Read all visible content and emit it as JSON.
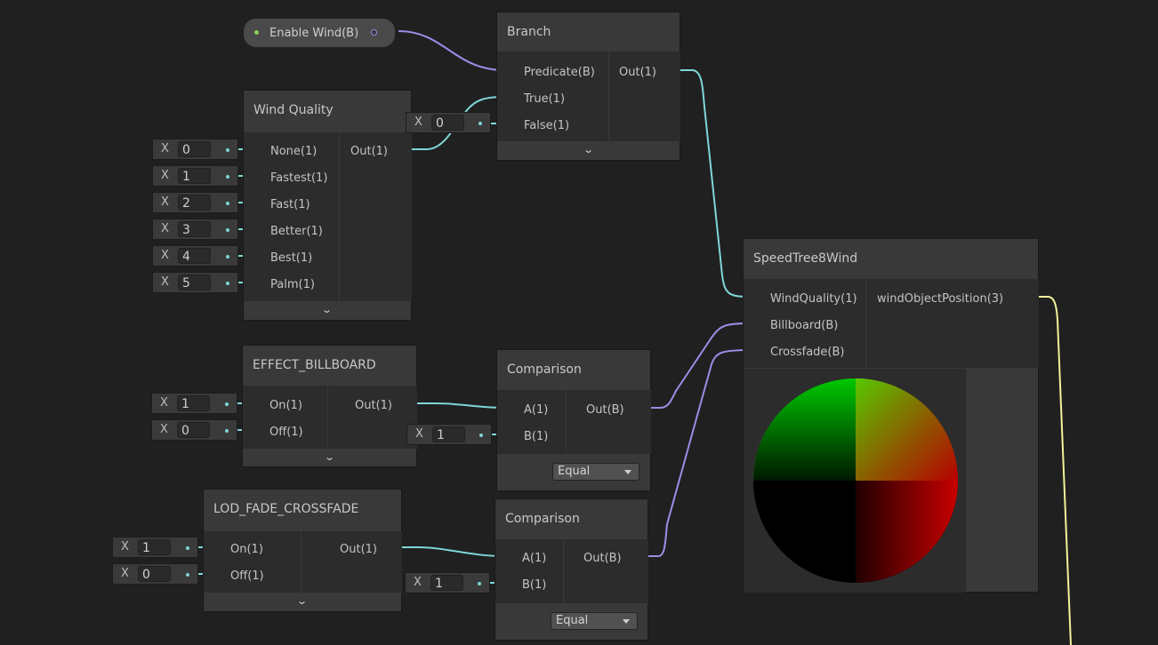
{
  "enable_wind": {
    "label": "Enable Wind(B)"
  },
  "branch": {
    "title": "Branch",
    "inputs": [
      "Predicate(B)",
      "True(1)",
      "False(1)"
    ],
    "output": "Out(1)",
    "false_value": "0"
  },
  "wind_quality": {
    "title": "Wind Quality",
    "inputs": [
      "None(1)",
      "Fastest(1)",
      "Fast(1)",
      "Better(1)",
      "Best(1)",
      "Palm(1)"
    ],
    "values": [
      "0",
      "1",
      "2",
      "3",
      "4",
      "5"
    ],
    "output": "Out(1)"
  },
  "effect_billboard": {
    "title": "EFFECT_BILLBOARD",
    "inputs": [
      "On(1)",
      "Off(1)"
    ],
    "values": [
      "1",
      "0"
    ],
    "output": "Out(1)"
  },
  "lod_fade": {
    "title": "LOD_FADE_CROSSFADE",
    "inputs": [
      "On(1)",
      "Off(1)"
    ],
    "values": [
      "1",
      "0"
    ],
    "output": "Out(1)"
  },
  "comparison_1": {
    "title": "Comparison",
    "inputs": [
      "A(1)",
      "B(1)"
    ],
    "output": "Out(B)",
    "b_value": "1",
    "mode": "Equal"
  },
  "comparison_2": {
    "title": "Comparison",
    "inputs": [
      "A(1)",
      "B(1)"
    ],
    "output": "Out(B)",
    "b_value": "1",
    "mode": "Equal"
  },
  "speedtree": {
    "title": "SpeedTree8Wind",
    "inputs": [
      "WindQuality(1)",
      "Billboard(B)",
      "Crossfade(B)"
    ],
    "output": "windObjectPosition(3)"
  },
  "x_label": "X",
  "colors": {
    "background": "#202020",
    "node": "#393939",
    "wire_float": "#7fd6d8",
    "wire_bool": "#9e8ce6",
    "wire_vector3": "#f2f29a"
  }
}
